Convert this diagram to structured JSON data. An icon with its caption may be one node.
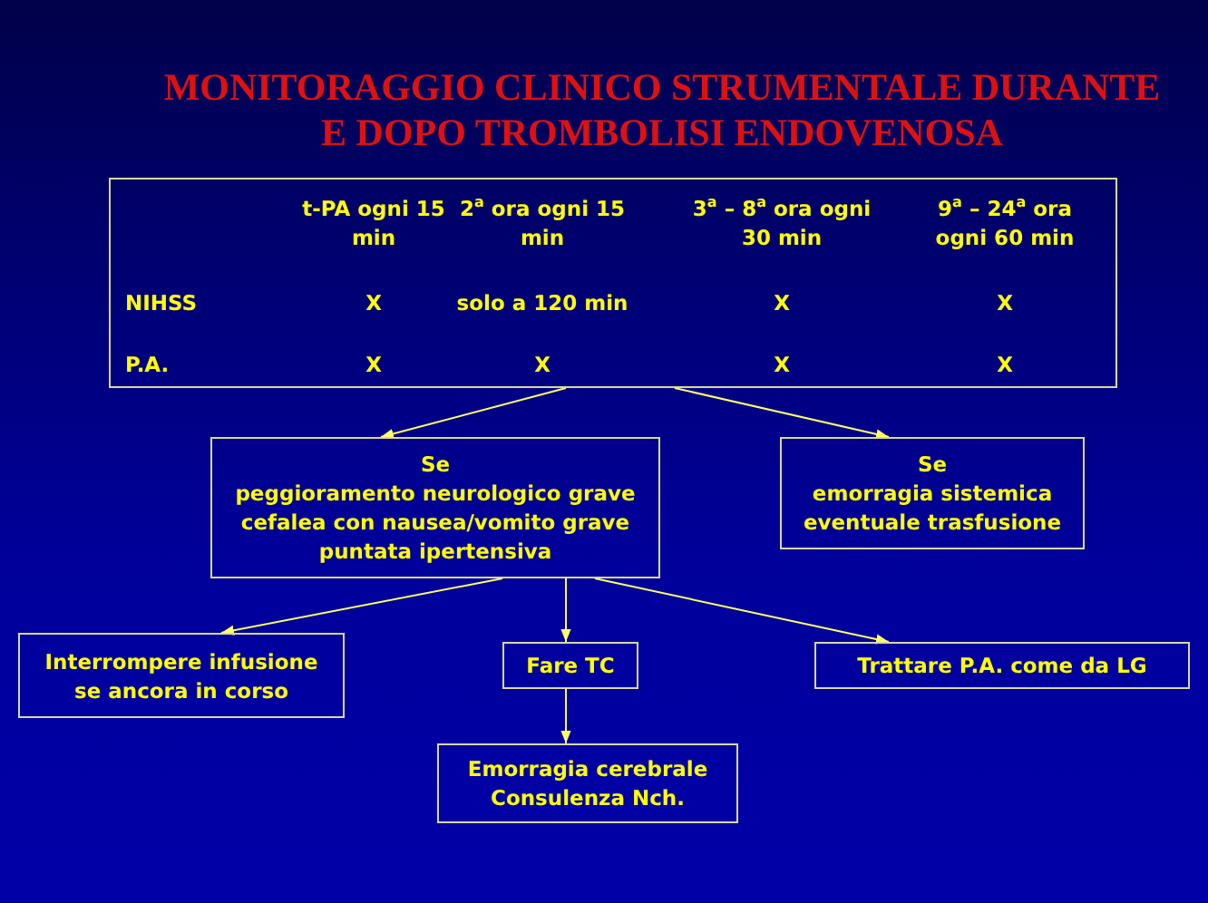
{
  "diagram": {
    "title": "MONITORAGGIO CLINICO STRUMENTALE DURANTE E DOPO TROMBOLISI ENDOVENOSA",
    "nodes": [
      {
        "text": [
          "t-PA ogni 15 min",
          "2$^{a}$ ora ogni 15 min",
          "3$^{a}$ – 8$^{a}$ ora ogni 30 min",
          "9$^{a}$ – 24$^{a}$ ora ogni 60 min",
          "NIHSS",
          "X",
          "solo a 120 min",
          "X",
          "X",
          "P.A.",
          "X",
          "X",
          "X",
          "X"
        ]
      },
      {
        "text": [
          "Se",
          "peggioramento neurologico grave cefalea con nausea/vomito grave puntata ipertensiva"
        ]
      },
      {
        "text": [
          "Se",
          "emorragia sistemica eventuale trasfusione"
        ]
      },
      {
        "text": [
          "Interrompere infusione se ancora in corso"
        ]
      },
      {
        "text": [
          "Fare TC"
        ]
      },
      {
        "text": [
          "Trattare P.A. come da LG"
        ]
      },
      {
        "text": [
          "Emorragia cerebrale Consulenza Nch."
        ]
      }
    ],
    "edges": [
      {
        "from": 0,
        "to": 1,
        "arrow": "to"
      },
      {
        "from": 0,
        "to": 2,
        "arrow": "to"
      },
      {
        "from": 1,
        "to": 3,
        "arrow": "to"
      },
      {
        "from": 1,
        "to": 4,
        "arrow": "to"
      },
      {
        "from": 1,
        "to": 5,
        "arrow": "to"
      },
      {
        "from": 4,
        "to": 6,
        "arrow": "to"
      }
    ]
  }
}
